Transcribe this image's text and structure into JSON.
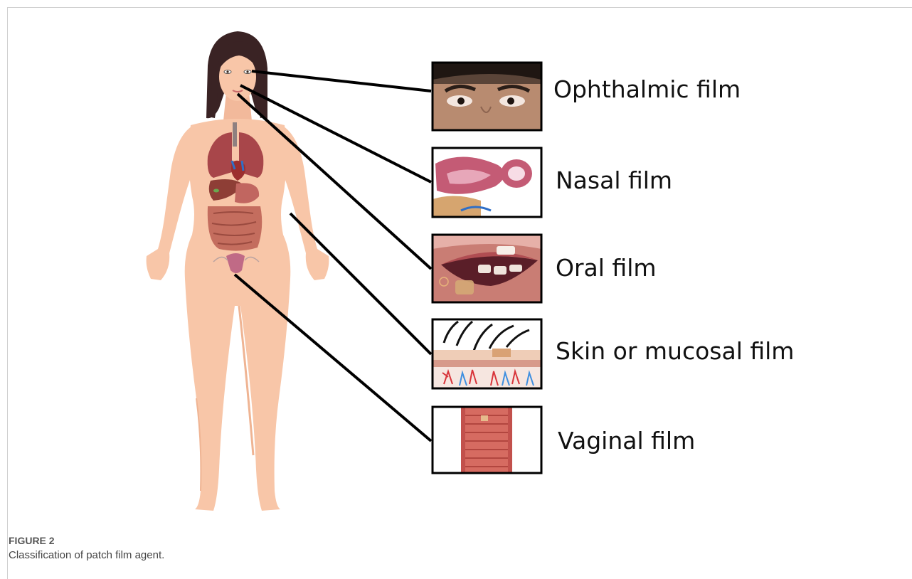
{
  "figure": {
    "panels": [
      {
        "label": "Ophthalmic film",
        "image": "eyes-closeup"
      },
      {
        "label": "Nasal film",
        "image": "nasal-cavity"
      },
      {
        "label": "Oral film",
        "image": "mouth-with-film"
      },
      {
        "label": "Skin or mucosal film",
        "image": "skin-cross-section"
      },
      {
        "label": "Vaginal film",
        "image": "vaginal-canal"
      }
    ],
    "body_image": "female-body-with-organs"
  },
  "caption": {
    "number": "FIGURE 2",
    "text": "Classification of patch film agent."
  },
  "colors": {
    "skin": "#f8c6a8",
    "skin_shadow": "#efb493",
    "hair": "#3a2324",
    "organ": "#b6524f",
    "lung": "#a8464a",
    "line": "#000000"
  }
}
